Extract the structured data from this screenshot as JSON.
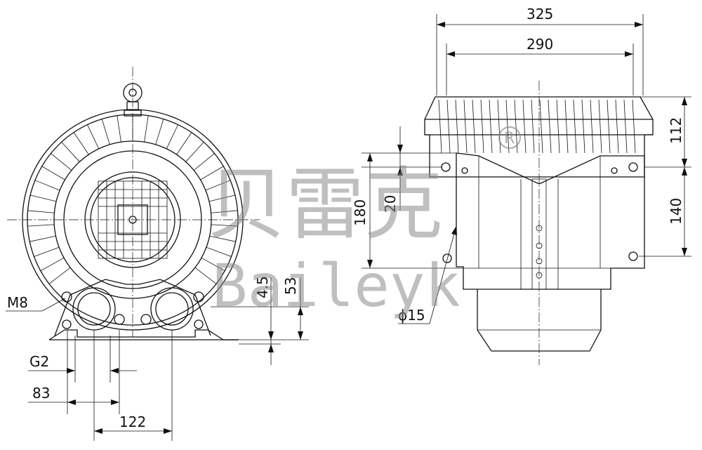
{
  "dimensions": {
    "overall_width": "325",
    "frame_width": "290",
    "top_height": "112",
    "lower_height": "140",
    "mount_height": "180",
    "offset_20": "20",
    "hole_dia": "ϕ15",
    "foot_45": "4.5",
    "center_53": "53",
    "thread_m8": "M8",
    "port_g2": "G2",
    "spacing_83": "83",
    "spacing_122": "122"
  },
  "watermark": {
    "cn": "贝雷克",
    "en": "Baileyk",
    "mark": "R"
  }
}
